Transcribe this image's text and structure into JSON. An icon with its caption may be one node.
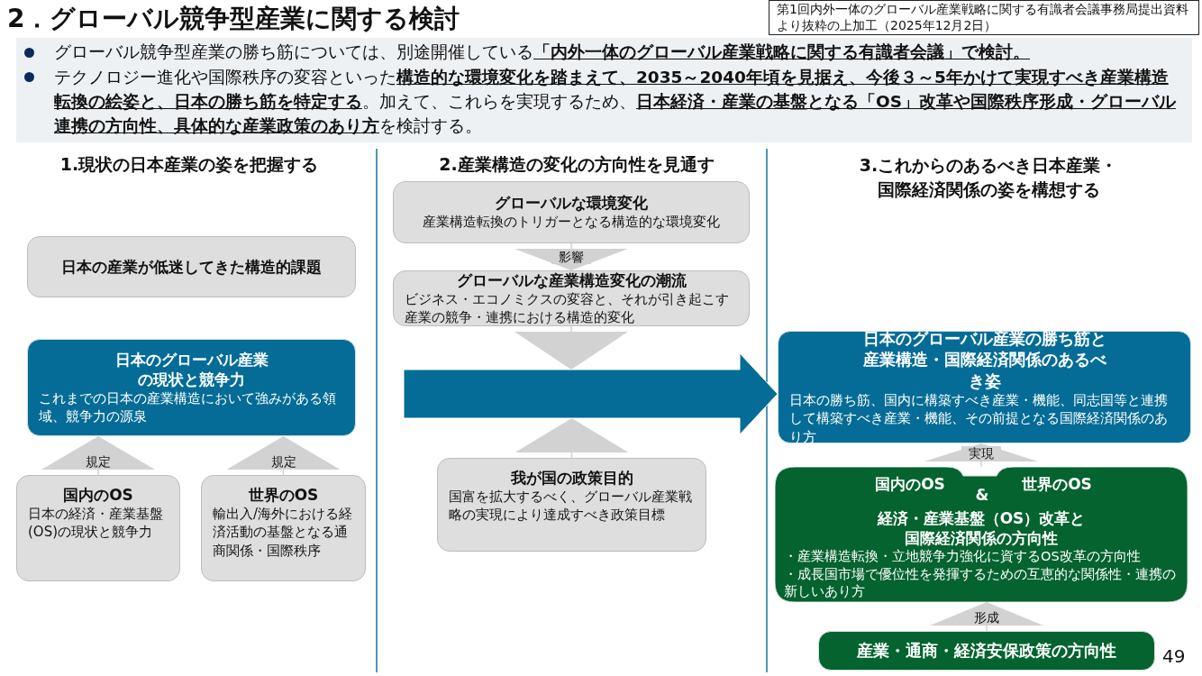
{
  "diagram": {
    "title": "2．グローバル競争型産業に関する検討",
    "nodes": [
      {
        "text": [
          "日本の産業が低迷してきた構造的課題"
        ]
      },
      {
        "text": [
          "日本のグローバル産業の現状と競争力",
          "これまでの日本の産業構造において強みがある領域、競争力の源泉"
        ]
      },
      {
        "text": [
          "国内のOS",
          "日本の経済・産業基盤(OS)の現状と競争力"
        ]
      },
      {
        "text": [
          "世界のOS",
          "輸出入/海外における経済活動の基盤となる通商関係・国際秩序"
        ]
      },
      {
        "text": [
          "グローバルな環境変化",
          "産業構造転換のトリガーとなる構造的な環境変化"
        ]
      },
      {
        "text": [
          "グローバルな産業構造変化の潮流",
          "ビジネス・エコノミクスの変容と、それが引き起こす産業の競争・連携における構造的変化"
        ]
      },
      {
        "text": [
          "我が国の政策目的",
          "国富を拡大するべく、グローバル産業戦略の実現により達成すべき政策目標"
        ]
      },
      {
        "text": [
          "日本のグローバル産業の勝ち筋と産業構造・国際経済関係のあるべき姿",
          "日本の勝ち筋、国内に構築すべき産業・機能、同志国等と連携して構築すべき産業・機能、その前提となる国際経済関係のあり方"
        ]
      },
      {
        "text": [
          "国内のOS",
          "&",
          "世界のOS",
          "経済・産業基盤（OS）改革と国際経済関係の方向性",
          "・産業構造転換・立地競争力強化に資するOS改革の方向性",
          "・成長国市場で優位性を発揮するための互恵的な関係性・連携の新しいあり方"
        ]
      },
      {
        "text": [
          "産業・通商・経済安保政策の方向性"
        ]
      }
    ],
    "edges": [
      {
        "from": 2,
        "to": 1,
        "arrow": "to",
        "label": "規定"
      },
      {
        "from": 3,
        "to": 1,
        "arrow": "to",
        "label": "規定"
      },
      {
        "from": 4,
        "to": 5,
        "arrow": "to",
        "label": "影響"
      },
      {
        "from": 5,
        "to": null,
        "arrow": "to"
      },
      {
        "from": 6,
        "to": null,
        "arrow": "to"
      },
      {
        "from": 8,
        "to": 7,
        "arrow": "to",
        "label": "実現"
      },
      {
        "from": 9,
        "to": 8,
        "arrow": "to",
        "label": "形成"
      },
      {
        "from": null,
        "to": 7,
        "arrow": "to",
        "style": "thick"
      }
    ],
    "labels": [
      "第1回内外一体のグローバル産業戦略に関する有識者会議事務局提出資料より抜粋の上加工（2025年12月2日）",
      "グローバル競争型産業の勝ち筋については、別途開催している**「内外一体のグローバル産業戦略に関する有識者会議」で検討。**",
      "テクノロジー進化や国際秩序の変容といった**構造的な環境変化を踏まえて、2035～2040年頃を見据え、今後３～5年かけて実現すべき産業構造転換の絵姿と、日本の勝ち筋を特定する**。加えて、これらを実現するため、**日本経済・産業の基盤となる「OS」改革や国際秩序形成・グローバル連携の方向性、具体的な産業政策のあり方**を検討する。",
      "1.現状の日本産業の姿を把握する",
      "2.産業構造の変化の方向性を見通す",
      "3.これからのあるべき日本産業・国際経済関係の姿を構想する",
      "49"
    ]
  }
}
